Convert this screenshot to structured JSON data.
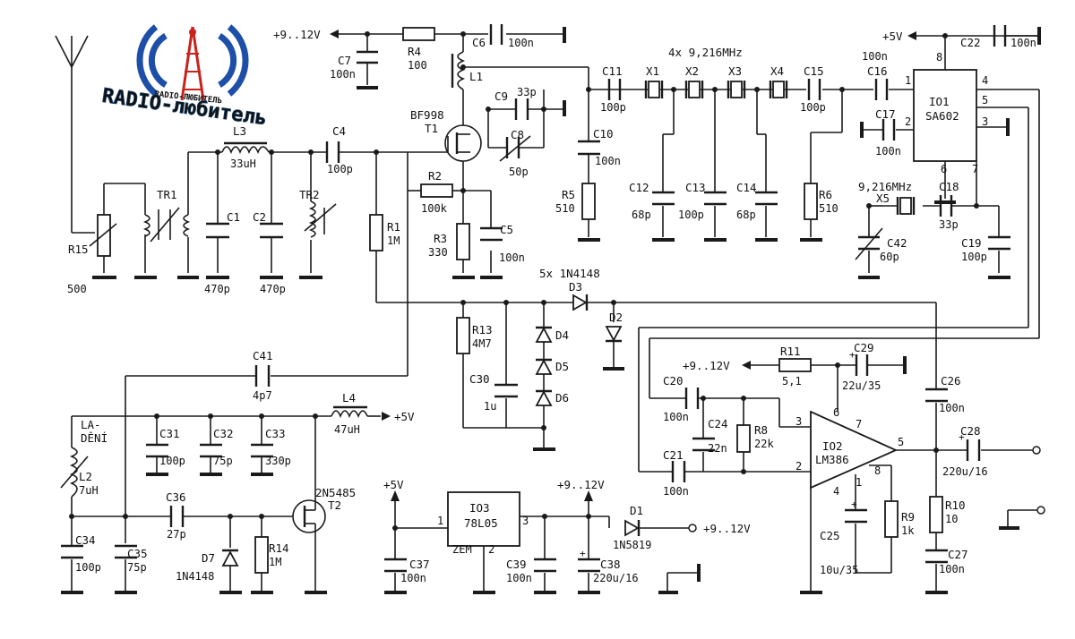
{
  "logo": {
    "arc_text": "RADIO-ЛЮБИТЕЛЬ",
    "name": "RADIO-любитель",
    "colors": {
      "blue": "#1d4fa8",
      "red": "#c8231c",
      "teal": "#2a8c84"
    }
  },
  "supplies": {
    "v9_top": "+9..12V",
    "v5_top": "+5V",
    "v5_l4": "+5V",
    "v9_r11": "+9..12V",
    "v5_io3": "+5V",
    "v9_io3": "+9..12V",
    "v9_d1": "+9..12V"
  },
  "crystals": {
    "group": "4x 9,216MHz",
    "x5_freq": "9,216MHz"
  },
  "diodes_group": "5x 1N4148",
  "la": {
    "line1": "LA-",
    "line2": "DĚNÍ"
  },
  "components": {
    "R15": {
      "name": "R15",
      "value": "500"
    },
    "TR1": {
      "name": "TR1"
    },
    "TR2": {
      "name": "TR2"
    },
    "L3": {
      "name": "L3",
      "value": "33uH"
    },
    "C1": {
      "name": "C1",
      "value": "470p"
    },
    "C2": {
      "name": "C2",
      "value": "470p"
    },
    "C4": {
      "name": "C4",
      "value": "100p"
    },
    "C7": {
      "name": "C7",
      "value": "100n"
    },
    "R4": {
      "name": "R4",
      "value": "100"
    },
    "C6": {
      "name": "C6",
      "value": "100n"
    },
    "L1": {
      "name": "L1"
    },
    "C9": {
      "name": "C9",
      "value": "33p"
    },
    "C8": {
      "name": "C8",
      "value": "50p"
    },
    "T1": {
      "name": "T1",
      "type": "BF998"
    },
    "R1": {
      "name": "R1",
      "value": "1M"
    },
    "R2": {
      "name": "R2",
      "value": "100k"
    },
    "R3": {
      "name": "R3",
      "value": "330"
    },
    "C5": {
      "name": "C5",
      "value": "100n"
    },
    "C10": {
      "name": "C10",
      "value": "100n"
    },
    "R5": {
      "name": "R5",
      "value": "510"
    },
    "C11": {
      "name": "C11",
      "value": "100p"
    },
    "X1": {
      "name": "X1"
    },
    "X2": {
      "name": "X2"
    },
    "X3": {
      "name": "X3"
    },
    "X4": {
      "name": "X4"
    },
    "C15": {
      "name": "C15",
      "value": "100p"
    },
    "C12": {
      "name": "C12",
      "value": "68p"
    },
    "C13": {
      "name": "C13",
      "value": "100p"
    },
    "C14": {
      "name": "C14",
      "value": "68p"
    },
    "R6": {
      "name": "R6",
      "value": "510"
    },
    "C16": {
      "name": "C16",
      "value": "100n"
    },
    "IO1": {
      "name": "IO1",
      "type": "SA602",
      "pins": [
        "1",
        "2",
        "3",
        "4",
        "5",
        "6",
        "7",
        "8"
      ]
    },
    "C22": {
      "name": "C22",
      "value": "100n"
    },
    "C17": {
      "name": "C17",
      "value": "100n"
    },
    "X5": {
      "name": "X5"
    },
    "C18": {
      "name": "C18",
      "value": "33p"
    },
    "C42": {
      "name": "C42",
      "value": "60p"
    },
    "C19": {
      "name": "C19",
      "value": "100p"
    },
    "D3": {
      "name": "D3"
    },
    "D2": {
      "name": "D2"
    },
    "D4": {
      "name": "D4"
    },
    "D5": {
      "name": "D5"
    },
    "D6": {
      "name": "D6"
    },
    "R13": {
      "name": "R13",
      "value": "4M7"
    },
    "C30": {
      "name": "C30",
      "value": "1u"
    },
    "C41": {
      "name": "C41",
      "value": "4p7"
    },
    "L4": {
      "name": "L4",
      "value": "47uH"
    },
    "C31": {
      "name": "C31",
      "value": "100p"
    },
    "C32": {
      "name": "C32",
      "value": "75p"
    },
    "C33": {
      "name": "C33",
      "value": "330p"
    },
    "L2": {
      "name": "L2",
      "value": "7uH"
    },
    "C36": {
      "name": "C36",
      "value": "27p"
    },
    "T2": {
      "name": "T2",
      "type": "2N5485"
    },
    "C34": {
      "name": "C34",
      "value": "100p"
    },
    "C35": {
      "name": "C35",
      "value": "75p"
    },
    "D7": {
      "name": "D7",
      "value": "1N4148"
    },
    "R14": {
      "name": "R14",
      "value": "1M"
    },
    "IO3": {
      "name": "IO3",
      "type": "78L05",
      "label": "ZEM",
      "pins": [
        "1",
        "2",
        "3"
      ]
    },
    "C37": {
      "name": "C37",
      "value": "100n"
    },
    "C39": {
      "name": "C39",
      "value": "100n"
    },
    "C38": {
      "name": "C38",
      "value": "220u/16"
    },
    "D1": {
      "name": "D1",
      "value": "1N5819"
    },
    "R11": {
      "name": "R11",
      "value": "5,1"
    },
    "C29": {
      "name": "C29",
      "value": "22u/35"
    },
    "C20": {
      "name": "C20",
      "value": "100n"
    },
    "C24": {
      "name": "C24",
      "value": "22n"
    },
    "R8": {
      "name": "R8",
      "value": "22k"
    },
    "C21": {
      "name": "C21",
      "value": "100n"
    },
    "IO2": {
      "name": "IO2",
      "type": "LM386",
      "pins": [
        "3",
        "2",
        "6",
        "7",
        "4",
        "1",
        "8",
        "5"
      ]
    },
    "C25": {
      "name": "C25",
      "value": "10u/35"
    },
    "R9": {
      "name": "R9",
      "value": "1k"
    },
    "C26": {
      "name": "C26",
      "value": "100n"
    },
    "C28": {
      "name": "C28",
      "value": "220u/16"
    },
    "R10": {
      "name": "R10",
      "value": "10"
    },
    "C27": {
      "name": "C27",
      "value": "100n"
    }
  }
}
